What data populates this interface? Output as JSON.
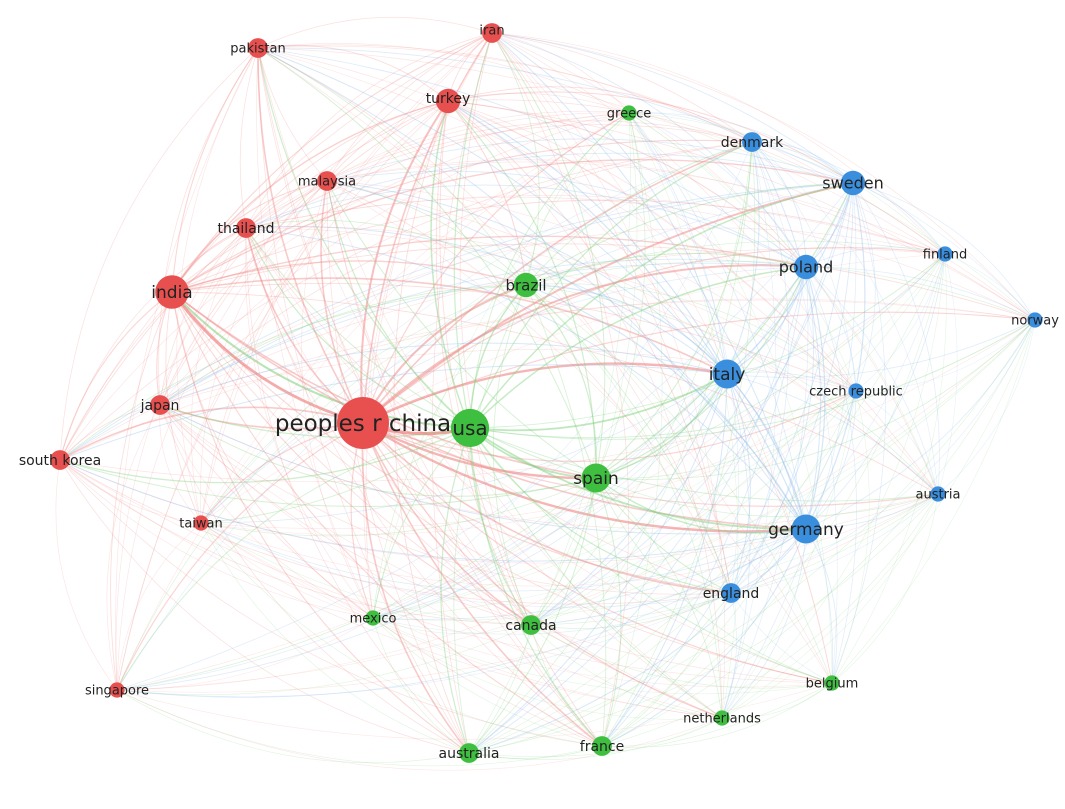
{
  "diagram": {
    "type": "co-authorship-country-network",
    "clusters": [
      {
        "id": "red",
        "color": "#e8504f",
        "edge_color": "#f08c8a"
      },
      {
        "id": "green",
        "color": "#3fbf3f",
        "edge_color": "#7fd17a"
      },
      {
        "id": "blue",
        "color": "#3a8ede",
        "edge_color": "#8ab9ea"
      }
    ],
    "nodes": [
      {
        "id": "peoples-r-china",
        "label": "peoples r china",
        "cluster": "red",
        "weight": 10
      },
      {
        "id": "india",
        "label": "india",
        "cluster": "red",
        "weight": 6
      },
      {
        "id": "turkey",
        "label": "turkey",
        "cluster": "red",
        "weight": 4
      },
      {
        "id": "iran",
        "label": "iran",
        "cluster": "red",
        "weight": 3
      },
      {
        "id": "pakistan",
        "label": "pakistan",
        "cluster": "red",
        "weight": 3
      },
      {
        "id": "malaysia",
        "label": "malaysia",
        "cluster": "red",
        "weight": 3
      },
      {
        "id": "thailand",
        "label": "thailand",
        "cluster": "red",
        "weight": 3
      },
      {
        "id": "japan",
        "label": "japan",
        "cluster": "red",
        "weight": 3
      },
      {
        "id": "south-korea",
        "label": "south korea",
        "cluster": "red",
        "weight": 3
      },
      {
        "id": "taiwan",
        "label": "taiwan",
        "cluster": "red",
        "weight": 2
      },
      {
        "id": "singapore",
        "label": "singapore",
        "cluster": "red",
        "weight": 2
      },
      {
        "id": "usa",
        "label": "usa",
        "cluster": "green",
        "weight": 7
      },
      {
        "id": "brazil",
        "label": "brazil",
        "cluster": "green",
        "weight": 4
      },
      {
        "id": "greece",
        "label": "greece",
        "cluster": "green",
        "weight": 2
      },
      {
        "id": "spain",
        "label": "spain",
        "cluster": "green",
        "weight": 5
      },
      {
        "id": "mexico",
        "label": "mexico",
        "cluster": "green",
        "weight": 2
      },
      {
        "id": "canada",
        "label": "canada",
        "cluster": "green",
        "weight": 3
      },
      {
        "id": "australia",
        "label": "australia",
        "cluster": "green",
        "weight": 3
      },
      {
        "id": "france",
        "label": "france",
        "cluster": "green",
        "weight": 3
      },
      {
        "id": "netherlands",
        "label": "netherlands",
        "cluster": "green",
        "weight": 2
      },
      {
        "id": "belgium",
        "label": "belgium",
        "cluster": "green",
        "weight": 2
      },
      {
        "id": "denmark",
        "label": "denmark",
        "cluster": "blue",
        "weight": 3
      },
      {
        "id": "sweden",
        "label": "sweden",
        "cluster": "blue",
        "weight": 4
      },
      {
        "id": "finland",
        "label": "finland",
        "cluster": "blue",
        "weight": 2
      },
      {
        "id": "poland",
        "label": "poland",
        "cluster": "blue",
        "weight": 4
      },
      {
        "id": "norway",
        "label": "norway",
        "cluster": "blue",
        "weight": 2
      },
      {
        "id": "italy",
        "label": "italy",
        "cluster": "blue",
        "weight": 5
      },
      {
        "id": "czech-republic",
        "label": "czech republic",
        "cluster": "blue",
        "weight": 2
      },
      {
        "id": "austria",
        "label": "austria",
        "cluster": "blue",
        "weight": 2
      },
      {
        "id": "germany",
        "label": "germany",
        "cluster": "blue",
        "weight": 5
      },
      {
        "id": "england",
        "label": "england",
        "cluster": "blue",
        "weight": 3
      }
    ]
  }
}
